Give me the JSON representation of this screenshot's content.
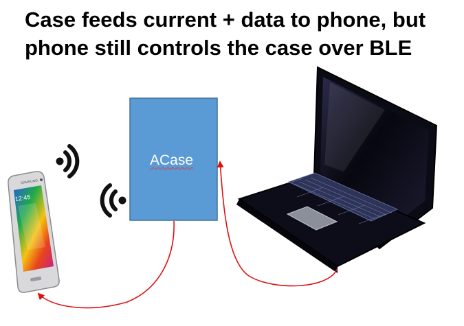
{
  "title": {
    "line1": "Case feeds current + data to phone, but",
    "line2": "phone still controls the case over BLE"
  },
  "case_label": "ACase",
  "phone": {
    "brand": "SAMSUNG",
    "time": "12:45"
  },
  "colors": {
    "case_fill": "#5b9bd5",
    "case_border": "#41719c",
    "arrow": "#e01010",
    "signal": "#111111",
    "laptop_body": "#0b0b16"
  }
}
